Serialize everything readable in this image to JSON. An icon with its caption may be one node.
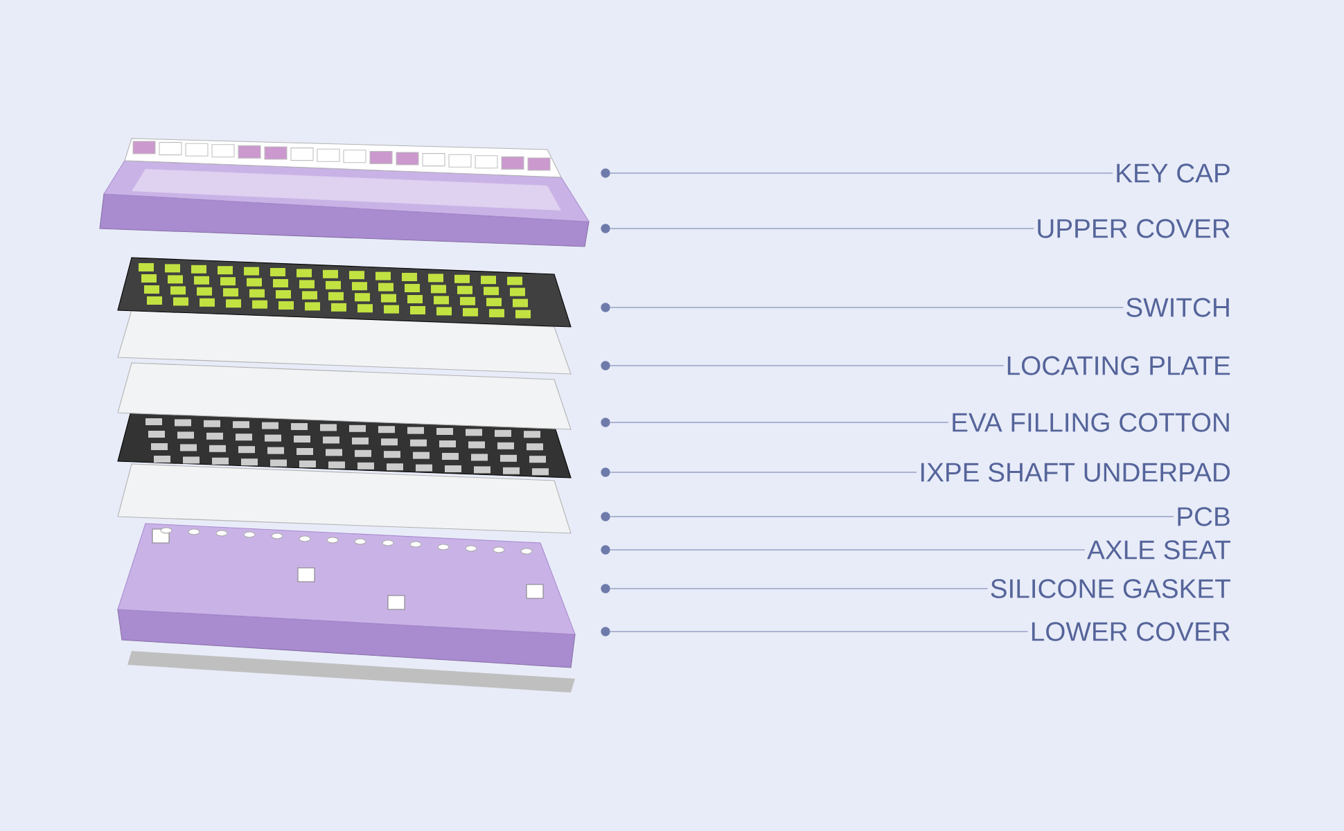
{
  "diagram": {
    "nodes": [
      {
        "text": [
          "KEY CAP"
        ]
      },
      {
        "text": [
          "UPPER COVER"
        ]
      },
      {
        "text": [
          "SWITCH"
        ]
      },
      {
        "text": [
          "LOCATING PLATE"
        ]
      },
      {
        "text": [
          "EVA FILLING COTTON"
        ]
      },
      {
        "text": [
          "IXPE SHAFT UNDERPAD"
        ]
      },
      {
        "text": [
          "PCB"
        ]
      },
      {
        "text": [
          "AXLE SEAT"
        ]
      },
      {
        "text": [
          "SILICONE GASKET"
        ]
      },
      {
        "text": [
          "LOWER COVER"
        ]
      },
      {
        "text": [],
        "shape": "circle"
      },
      {
        "text": [],
        "shape": "circle"
      },
      {
        "text": [],
        "shape": "circle"
      },
      {
        "text": [],
        "shape": "circle"
      },
      {
        "text": [],
        "shape": "circle"
      },
      {
        "text": [],
        "shape": "circle"
      },
      {
        "text": [],
        "shape": "circle"
      },
      {
        "text": [],
        "shape": "circle"
      },
      {
        "text": [],
        "shape": "circle"
      },
      {
        "text": [],
        "shape": "circle"
      }
    ],
    "edges": [
      {
        "from": 0,
        "to": 10,
        "arrow": "none"
      },
      {
        "from": 1,
        "to": 11,
        "arrow": "none"
      },
      {
        "from": 2,
        "to": 12,
        "arrow": "none"
      },
      {
        "from": 3,
        "to": 13,
        "arrow": "none"
      },
      {
        "from": 4,
        "to": 14,
        "arrow": "none"
      },
      {
        "from": 5,
        "to": 15,
        "arrow": "none"
      },
      {
        "from": 6,
        "to": 16,
        "arrow": "none"
      },
      {
        "from": 7,
        "to": 17,
        "arrow": "none"
      },
      {
        "from": 8,
        "to": 18,
        "arrow": "none"
      },
      {
        "from": 9,
        "to": 19,
        "arrow": "none"
      }
    ]
  }
}
